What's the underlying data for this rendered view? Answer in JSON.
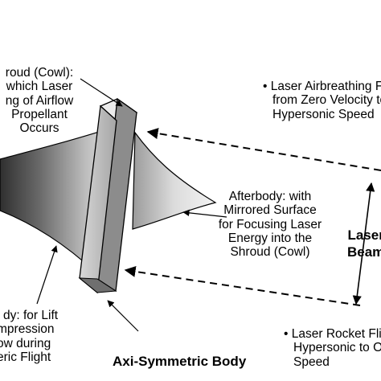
{
  "labels": {
    "shroud": [
      "roud (Cowl):",
      "which Laser",
      "ng of Airflow",
      "Propellant",
      "Occurs"
    ],
    "airbreathing": [
      "Laser Airbreathing F",
      "from Zero Velocity to",
      "Hypersonic Speed"
    ],
    "afterbody": [
      "Afterbody:  with",
      "Mirrored Surface",
      "for Focusing Laser",
      "Energy into the",
      "Shroud (Cowl)"
    ],
    "laser_beam": [
      "Laser",
      "Beam"
    ],
    "forebody": [
      "dy: for Lift",
      "mpression",
      "ow during",
      "eric Flight"
    ],
    "axisymmetric": "Axi-Symmetric Body",
    "rocket": [
      "Laser Rocket Fli",
      "Hypersonic to O",
      "Speed"
    ]
  }
}
